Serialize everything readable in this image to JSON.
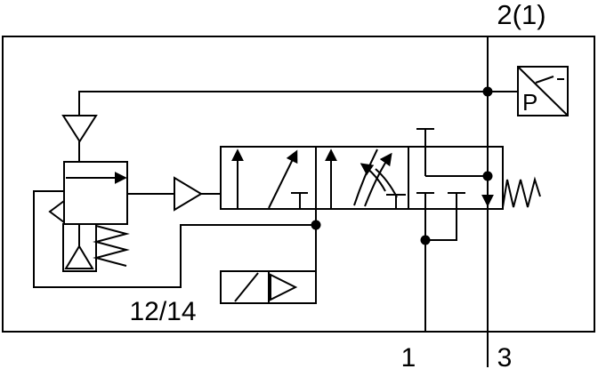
{
  "diagram": {
    "type": "pneumatic-circuit-schematic",
    "colors": {
      "line": "#000000",
      "background": "#ffffff"
    },
    "labels": {
      "output_port": "2(1)",
      "pilot_ports": "12/14",
      "supply_port": "1",
      "exhaust_port": "3",
      "pressure_sensor": "P"
    },
    "symbols": [
      "enclosure-boundary-box",
      "pressure-regulator-with-relief-and-spring",
      "exhaust-vent",
      "pilot-amplifier-triangle",
      "3-position-valve-with-proportional-throttle",
      "return-spring",
      "solenoid-pilot-with-amplifier",
      "pressure-sensor-switch",
      "flow-junction-dots"
    ]
  }
}
